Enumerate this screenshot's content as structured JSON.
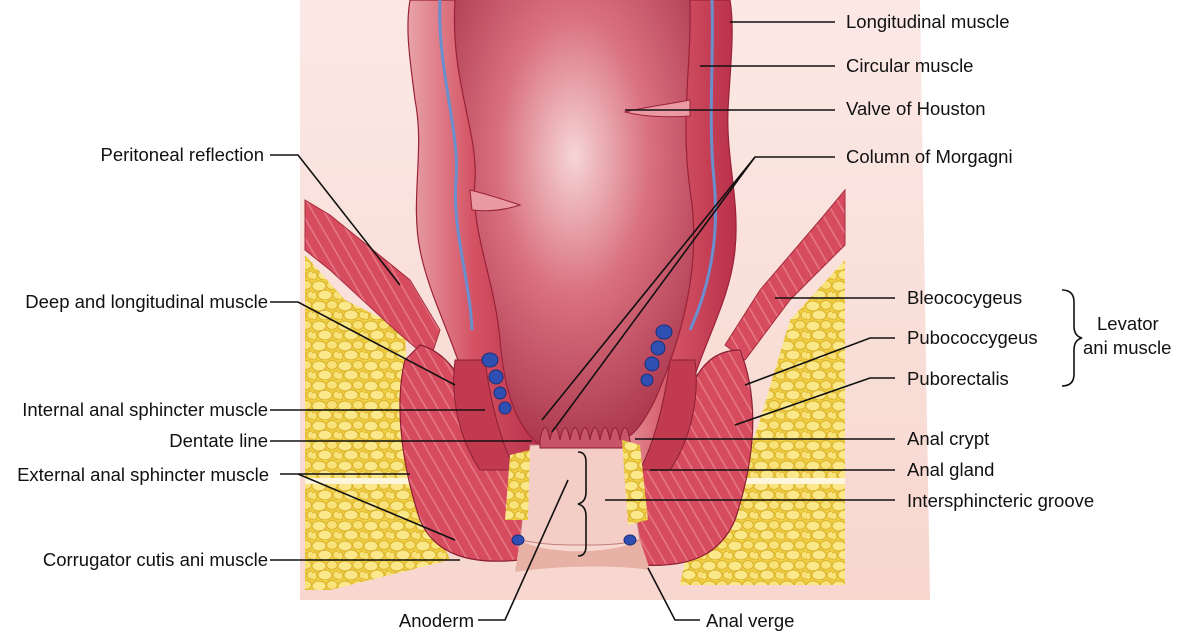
{
  "labels": {
    "longitudinal_muscle": "Longitudinal muscle",
    "circular_muscle": "Circular muscle",
    "valve_of_houston": "Valve of Houston",
    "column_of_morgagni": "Column of Morgagni",
    "peritoneal_reflection": "Peritoneal reflection",
    "deep_and_longitudinal_muscle": "Deep and longitudinal muscle",
    "internal_anal_sphincter_muscle": "Internal anal sphincter muscle",
    "dentate_line": "Dentate line",
    "external_anal_sphincter_muscle": "External anal sphincter muscle",
    "corrugator_cutis_ani_muscle": "Corrugator cutis ani muscle",
    "anoderm": "Anoderm",
    "anal_verge": "Anal verge",
    "bleococygeus": "Bleococygeus",
    "pubococcygeus": "Pubococcygeus",
    "puborectalis": "Puborectalis",
    "levator_line1": "Levator",
    "levator_line2": "ani muscle",
    "anal_crypt": "Anal crypt",
    "anal_gland": "Anal gland",
    "intersphincteric_groove": "Intersphincteric groove"
  },
  "colors": {
    "fat": "#f3d34a",
    "fat_light": "#fae98b",
    "muscle": "#d8495a",
    "muscle_dark": "#b52c40",
    "lumen": "#c8546a",
    "lumen_light": "#f3c3c7",
    "vessel": "#3554b8",
    "leader": "#111111"
  }
}
